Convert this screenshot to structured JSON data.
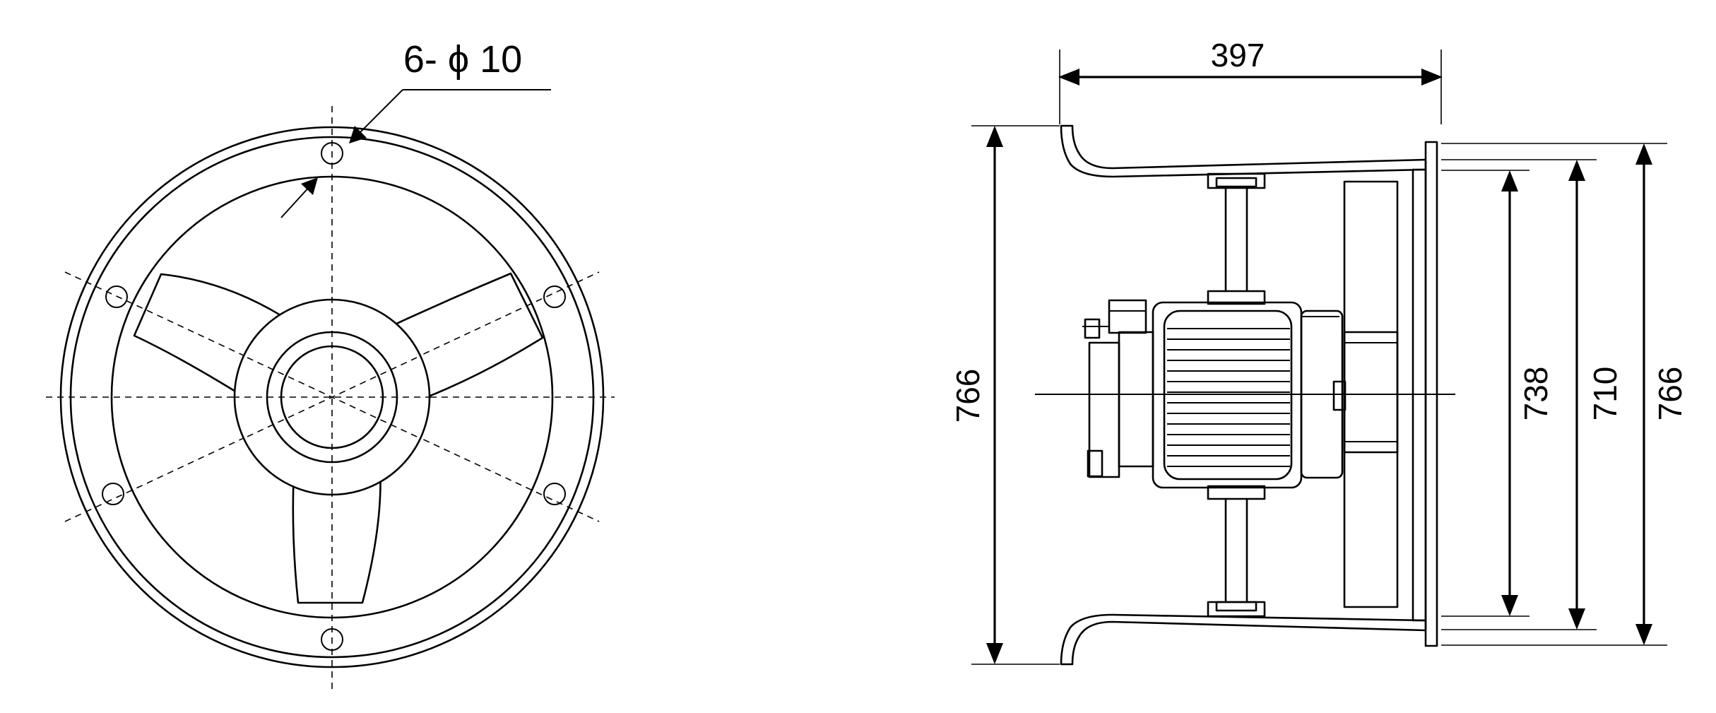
{
  "front_view": {
    "hole_note": "6- ϕ 10"
  },
  "side_view": {
    "depth_label": "397",
    "height_left_label": "766",
    "height_inner_label": "738",
    "height_mid_label": "710",
    "height_right_label": "766"
  }
}
